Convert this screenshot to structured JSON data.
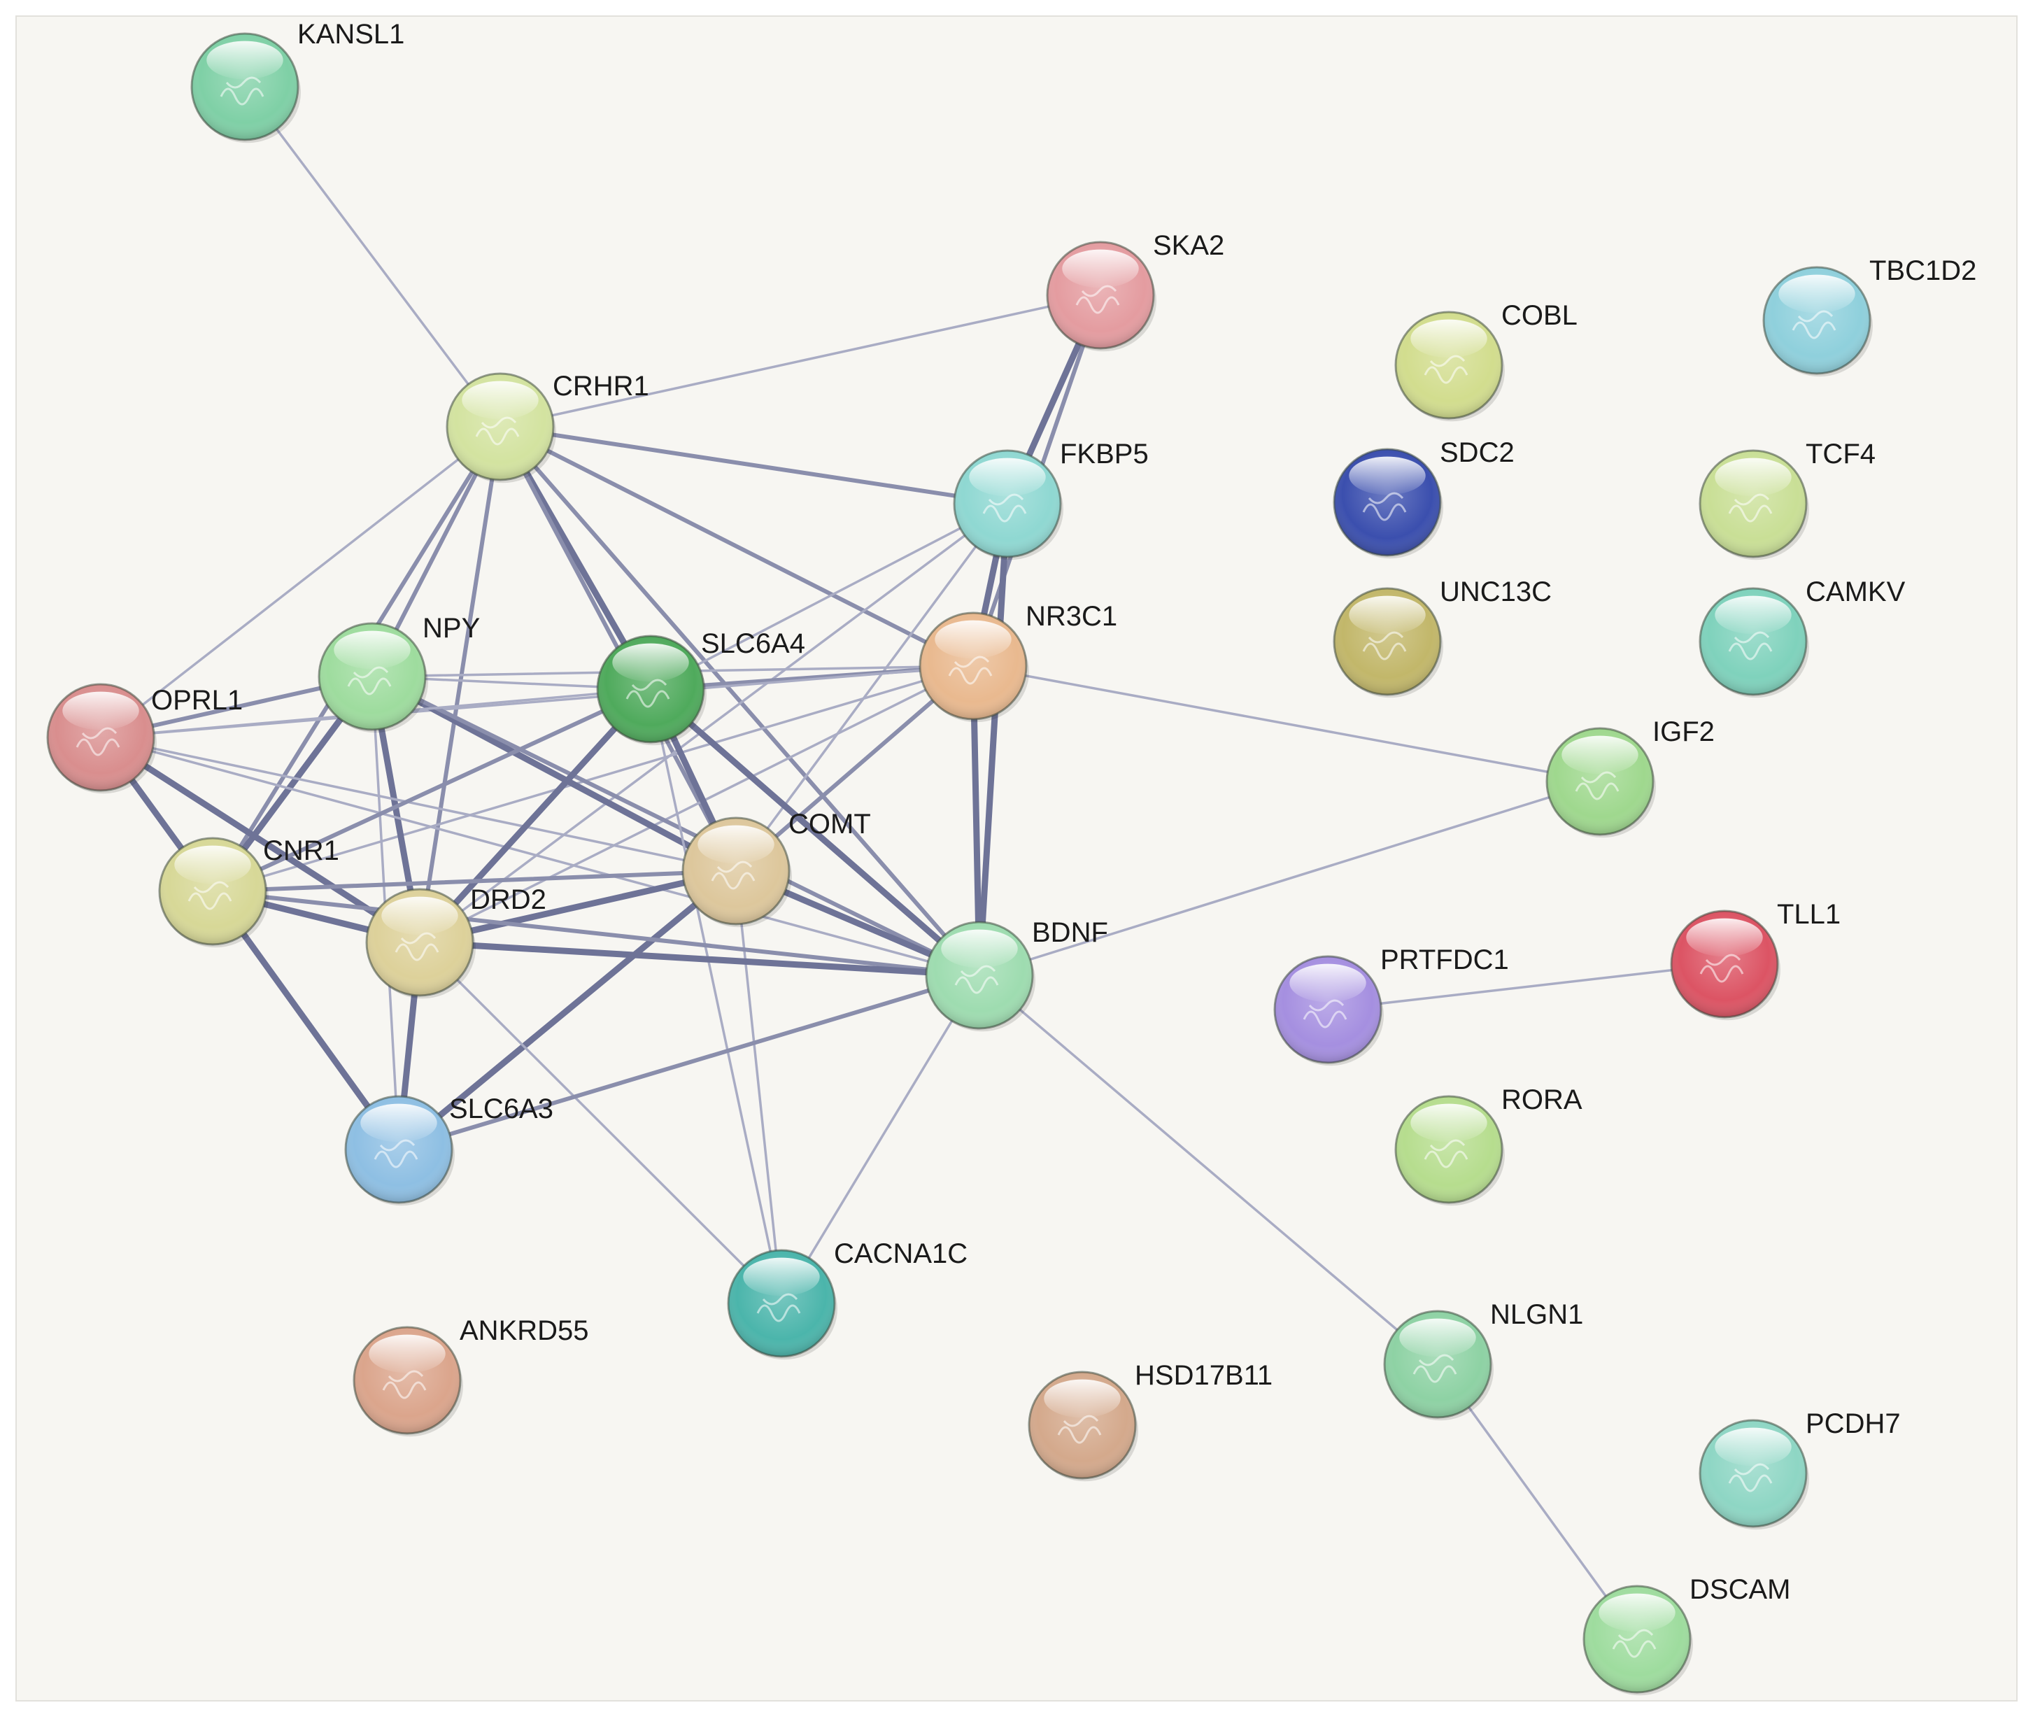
{
  "network": {
    "nodes": [
      {
        "id": "KANSL1",
        "label": "KANSL1",
        "color": "#7fd0a6"
      },
      {
        "id": "SKA2",
        "label": "SKA2",
        "color": "#e49ca0"
      },
      {
        "id": "TBC1D2",
        "label": "TBC1D2",
        "color": "#8fd0dc"
      },
      {
        "id": "COBL",
        "label": "COBL",
        "color": "#d2dd8e"
      },
      {
        "id": "CRHR1",
        "label": "CRHR1",
        "color": "#d3e3a0"
      },
      {
        "id": "FKBP5",
        "label": "FKBP5",
        "color": "#8fd8d2"
      },
      {
        "id": "SDC2",
        "label": "SDC2",
        "color": "#3b4fae"
      },
      {
        "id": "TCF4",
        "label": "TCF4",
        "color": "#c9df96"
      },
      {
        "id": "UNC13C",
        "label": "UNC13C",
        "color": "#c2b76a"
      },
      {
        "id": "CAMKV",
        "label": "CAMKV",
        "color": "#7fd2bc"
      },
      {
        "id": "NPY",
        "label": "NPY",
        "color": "#9edc9e"
      },
      {
        "id": "SLC6A4",
        "label": "SLC6A4",
        "color": "#4faa5c"
      },
      {
        "id": "NR3C1",
        "label": "NR3C1",
        "color": "#e9b98f"
      },
      {
        "id": "OPRL1",
        "label": "OPRL1",
        "color": "#d98e8e"
      },
      {
        "id": "IGF2",
        "label": "IGF2",
        "color": "#9fd88e"
      },
      {
        "id": "COMT",
        "label": "COMT",
        "color": "#ddc79c"
      },
      {
        "id": "CNR1",
        "label": "CNR1",
        "color": "#d7d897"
      },
      {
        "id": "DRD2",
        "label": "DRD2",
        "color": "#ddd19a"
      },
      {
        "id": "BDNF",
        "label": "BDNF",
        "color": "#9edcb0"
      },
      {
        "id": "TLL1",
        "label": "TLL1",
        "color": "#dc5464"
      },
      {
        "id": "PRTFDC1",
        "label": "PRTFDC1",
        "color": "#a58fe0"
      },
      {
        "id": "RORA",
        "label": "RORA",
        "color": "#b6dd8e"
      },
      {
        "id": "SLC6A3",
        "label": "SLC6A3",
        "color": "#8ebfe3"
      },
      {
        "id": "CACNA1C",
        "label": "CACNA1C",
        "color": "#4bb5ab"
      },
      {
        "id": "ANKRD55",
        "label": "ANKRD55",
        "color": "#dba58c"
      },
      {
        "id": "HSD17B11",
        "label": "HSD17B11",
        "color": "#d4a98c"
      },
      {
        "id": "NLGN1",
        "label": "NLGN1",
        "color": "#8ed2a4"
      },
      {
        "id": "PCDH7",
        "label": "PCDH7",
        "color": "#8ed6c4"
      },
      {
        "id": "DSCAM",
        "label": "DSCAM",
        "color": "#9edc9e"
      }
    ],
    "edges": [
      [
        "KANSL1",
        "CRHR1",
        1
      ],
      [
        "CRHR1",
        "SKA2",
        1
      ],
      [
        "CRHR1",
        "FKBP5",
        2
      ],
      [
        "CRHR1",
        "NR3C1",
        2
      ],
      [
        "CRHR1",
        "NPY",
        2
      ],
      [
        "CRHR1",
        "OPRL1",
        1
      ],
      [
        "CRHR1",
        "SLC6A4",
        3
      ],
      [
        "CRHR1",
        "COMT",
        2
      ],
      [
        "CRHR1",
        "DRD2",
        2
      ],
      [
        "CRHR1",
        "CNR1",
        2
      ],
      [
        "CRHR1",
        "BDNF",
        2
      ],
      [
        "SKA2",
        "FKBP5",
        3
      ],
      [
        "SKA2",
        "NR3C1",
        2
      ],
      [
        "FKBP5",
        "NR3C1",
        3
      ],
      [
        "FKBP5",
        "BDNF",
        3
      ],
      [
        "FKBP5",
        "SLC6A4",
        1
      ],
      [
        "FKBP5",
        "COMT",
        1
      ],
      [
        "FKBP5",
        "DRD2",
        1
      ],
      [
        "NR3C1",
        "BDNF",
        3
      ],
      [
        "NR3C1",
        "IGF2",
        1
      ],
      [
        "NR3C1",
        "SLC6A4",
        2
      ],
      [
        "NR3C1",
        "NPY",
        1
      ],
      [
        "NR3C1",
        "OPRL1",
        1
      ],
      [
        "NR3C1",
        "COMT",
        2
      ],
      [
        "NR3C1",
        "CNR1",
        1
      ],
      [
        "NR3C1",
        "DRD2",
        1
      ],
      [
        "IGF2",
        "BDNF",
        1
      ],
      [
        "NPY",
        "OPRL1",
        2
      ],
      [
        "NPY",
        "SLC6A4",
        1
      ],
      [
        "NPY",
        "CNR1",
        3
      ],
      [
        "NPY",
        "DRD2",
        3
      ],
      [
        "NPY",
        "COMT",
        3
      ],
      [
        "NPY",
        "BDNF",
        2
      ],
      [
        "NPY",
        "SLC6A3",
        1
      ],
      [
        "OPRL1",
        "SLC6A4",
        1
      ],
      [
        "OPRL1",
        "CNR1",
        3
      ],
      [
        "OPRL1",
        "DRD2",
        3
      ],
      [
        "OPRL1",
        "COMT",
        1
      ],
      [
        "OPRL1",
        "BDNF",
        1
      ],
      [
        "SLC6A4",
        "COMT",
        3
      ],
      [
        "SLC6A4",
        "BDNF",
        3
      ],
      [
        "SLC6A4",
        "DRD2",
        3
      ],
      [
        "SLC6A4",
        "CNR1",
        2
      ],
      [
        "SLC6A4",
        "CACNA1C",
        1
      ],
      [
        "COMT",
        "DRD2",
        3
      ],
      [
        "COMT",
        "BDNF",
        3
      ],
      [
        "COMT",
        "CNR1",
        2
      ],
      [
        "COMT",
        "SLC6A3",
        3
      ],
      [
        "COMT",
        "CACNA1C",
        1
      ],
      [
        "CNR1",
        "DRD2",
        3
      ],
      [
        "CNR1",
        "BDNF",
        2
      ],
      [
        "CNR1",
        "SLC6A3",
        3
      ],
      [
        "DRD2",
        "BDNF",
        3
      ],
      [
        "DRD2",
        "SLC6A3",
        3
      ],
      [
        "DRD2",
        "CACNA1C",
        1
      ],
      [
        "SLC6A3",
        "BDNF",
        2
      ],
      [
        "BDNF",
        "CACNA1C",
        1
      ],
      [
        "BDNF",
        "NLGN1",
        1
      ],
      [
        "NLGN1",
        "DSCAM",
        1
      ],
      [
        "PRTFDC1",
        "TLL1",
        1
      ]
    ]
  }
}
